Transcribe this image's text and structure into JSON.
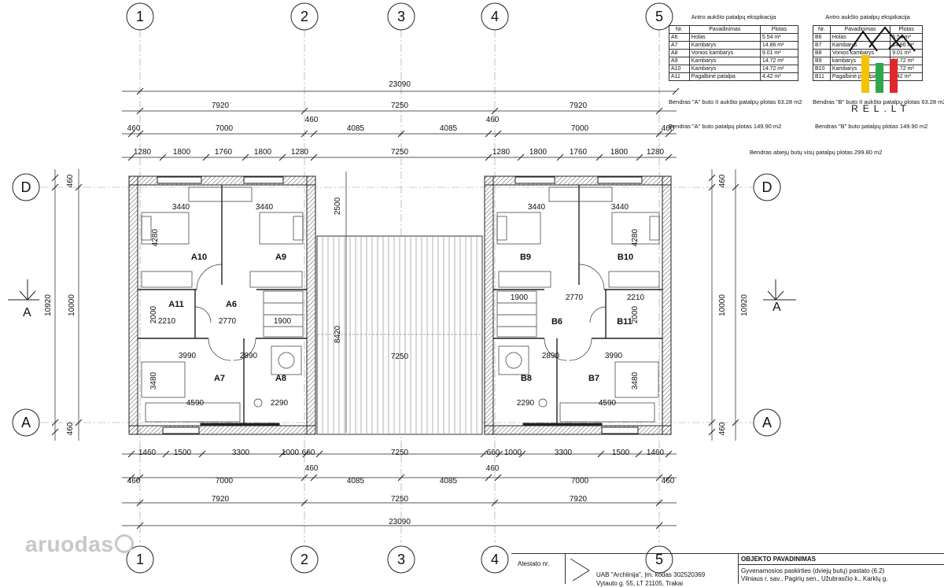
{
  "grid": {
    "columns": [
      "1",
      "2",
      "3",
      "4",
      "5"
    ],
    "rows": [
      "D",
      "A"
    ]
  },
  "dimensions": {
    "top_total": "23090",
    "top_row2": [
      "7920",
      "7250",
      "7920"
    ],
    "top_row3": [
      "460",
      "7000",
      "460",
      "4085",
      "4085",
      "460",
      "7000",
      "460"
    ],
    "top_row4": [
      "1280",
      "1800",
      "1760",
      "1800",
      "1280",
      "7250",
      "1280",
      "1800",
      "1760",
      "1800",
      "1280"
    ],
    "bottom_row1": [
      "1460",
      "1500",
      "3300",
      "1000",
      "660",
      "7250",
      "660",
      "1000",
      "3300",
      "1500",
      "1460"
    ],
    "bottom_row2": [
      "460",
      "460",
      "7000",
      "4085",
      "4085",
      "460",
      "7000",
      "460"
    ],
    "bottom_row3": [
      "7920",
      "7250",
      "7920"
    ],
    "bottom_total": "23090",
    "left_side": [
      "460",
      "10920",
      "10000",
      "460"
    ],
    "right_side": [
      "460",
      "10000",
      "10920",
      "460"
    ],
    "terrace": [
      "2500",
      "8420",
      "7250"
    ]
  },
  "rooms_a": {
    "a10": "A10",
    "a9": "A9",
    "a11": "A11",
    "a6": "A6",
    "a7": "A7",
    "a8": "A8",
    "dims": [
      "3440",
      "3440",
      "4280",
      "2000",
      "2210",
      "2770",
      "1900",
      "3990",
      "2890",
      "3480",
      "4590",
      "2290"
    ]
  },
  "rooms_b": {
    "b9": "B9",
    "b10": "B10",
    "b11": "B11",
    "b6": "B6",
    "b7": "B7",
    "b8": "B8",
    "dims": [
      "3440",
      "3440",
      "4280",
      "1900",
      "2770",
      "2210",
      "2000",
      "2890",
      "3990",
      "3480",
      "2290",
      "4590"
    ]
  },
  "section_mark": "A",
  "table_a": {
    "title": "Antro aukšto patalpų ekspikacija",
    "headers": [
      "Nr.",
      "Pavadinimas",
      "Plotas"
    ],
    "rows": [
      [
        "A6",
        "Holas",
        "5.54 m²"
      ],
      [
        "A7",
        "Kambarys",
        "14.86 m²"
      ],
      [
        "A8",
        "Vonios kambarys",
        "9.01 m²"
      ],
      [
        "A9",
        "Kambarys",
        "14.72 m²"
      ],
      [
        "A10",
        "Kambarys",
        "14.72 m²"
      ],
      [
        "A11",
        "Pagalbinė patalpa",
        "4.42 m²"
      ]
    ],
    "total_floor": "Bendras \"A\" buto II aukšto patalpų plotas 63.28 m2",
    "total_apt": "Bendras \"A\" buto patalpų plotas 149.90 m2"
  },
  "table_b": {
    "title": "Antro aukšto patalpų ekspikacija",
    "headers": [
      "Nr.",
      "Pavadinimas",
      "Plotas"
    ],
    "rows": [
      [
        "B6",
        "Holas",
        "5.54 m²"
      ],
      [
        "B7",
        "Kambarys",
        "14.86 m²"
      ],
      [
        "B8",
        "Vonios kambarys",
        "9.01 m²"
      ],
      [
        "B9",
        "kambarys",
        "14.72 m²"
      ],
      [
        "B10",
        "Kambarys",
        "14.72 m²"
      ],
      [
        "B11",
        "Pagalbinė patalpa",
        "4.42 m²"
      ]
    ],
    "total_floor": "Bendras \"B\" buto II aukšto patalpų plotas 63.28 m2",
    "total_apt": "Bendras \"B\" buto patalpų plotas 149.90 m2"
  },
  "total_both": "Bendras abiejų butų visų patalpų plotas 299.80 m2",
  "logo_text": "REL.LT",
  "watermark": "aruodas",
  "titleblock": {
    "atestato": "Atestato nr.",
    "company": "UAB \"Archlinija\", Įm. kodas 302520369",
    "address": "Vytauto g. 55, LT 21105, Trakai",
    "obj_label": "OBJEKTO PAVADINIMAS",
    "obj_name": "Gyvenamosios paskirties (dviejų butų) pastato (6.2)",
    "obj_addr": "Vilniaus r. sav., Pagirių sen., Užubrasčio k., Karklų g."
  },
  "colors": {
    "logo_yellow": "#f2c400",
    "logo_green": "#2ea84a",
    "logo_red": "#e0282e",
    "watermark": "#c8c8c8"
  }
}
